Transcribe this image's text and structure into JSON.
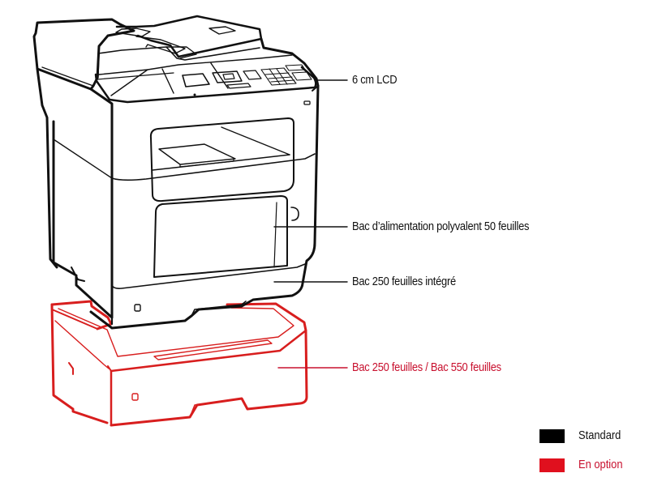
{
  "colors": {
    "standard": "#000000",
    "optional": "#e0101e",
    "optional_text": "#c8102e",
    "background": "#ffffff"
  },
  "callouts": [
    {
      "id": "lcd",
      "label": "6 cm LCD",
      "category": "standard"
    },
    {
      "id": "multipurpose-feeder",
      "label": "Bac d’alimentation polyvalent 50 feuilles",
      "category": "standard"
    },
    {
      "id": "integrated-tray",
      "label": "Bac 250 feuilles intégré",
      "category": "standard"
    },
    {
      "id": "optional-tray",
      "label": "Bac 250 feuilles / Bac 550 feuilles",
      "category": "optional"
    }
  ],
  "legend": [
    {
      "label": "Standard",
      "color": "#000000"
    },
    {
      "label": "En option",
      "color": "#e0101e"
    }
  ]
}
